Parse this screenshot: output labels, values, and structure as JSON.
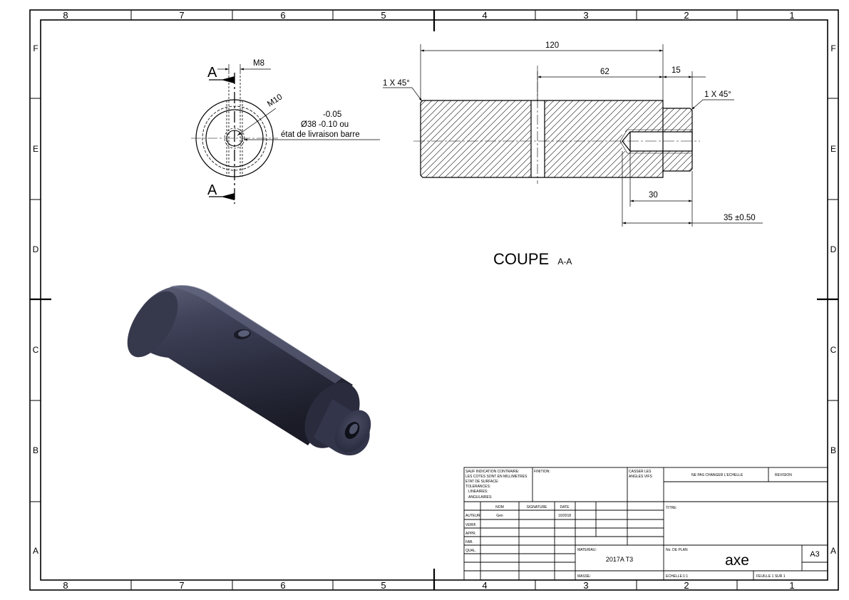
{
  "border": {
    "columns": [
      "8",
      "7",
      "6",
      "5",
      "4",
      "3",
      "2",
      "1"
    ],
    "rows": [
      "F",
      "E",
      "D",
      "C",
      "B",
      "A"
    ]
  },
  "front_view": {
    "section_mark": "A",
    "thread_m8": "M8",
    "thread_m10": "M10",
    "tol_upper": "-0.05",
    "diameter_line": "Ø38 -0.10 ou",
    "stock_note": "état de livraison barre"
  },
  "section_view": {
    "chamfer_left": "1 X 45°",
    "chamfer_right": "1 X 45°",
    "dim_overall": "120",
    "dim_62": "62",
    "dim_15": "15",
    "dim_30": "30",
    "dim_35": "35 ±0.50",
    "title": "COUPE",
    "title_suffix": "A-A"
  },
  "title_block": {
    "notes": [
      "SAUF INDICATION CONTRAIRE:",
      "LES COTES SONT EN MILLIMETRES",
      "ETAT DE SURFACE:",
      "TOLERANCES:",
      "LINEAIRES:",
      "ANGULAIRES:"
    ],
    "finition_label": "FINITION:",
    "casser_label_1": "CASSER LES",
    "casser_label_2": "ANGLES VIFS",
    "scale_note": "NE PAS CHANGER L'ECHELLE",
    "revision_label": "REVISION",
    "col_nom": "NOM",
    "col_signature": "SIGNATURE",
    "col_date": "DATE",
    "roles": [
      "AUTEUR",
      "VERIF.",
      "APPR.",
      "FAB.",
      "QUAL."
    ],
    "author_name": "Gen",
    "author_date": "10/2018",
    "titre_label": "TITRE:",
    "materiau_label": "MATERIAU:",
    "materiau_value": "2017A T3",
    "no_plan_label": "No. DE PLAN",
    "part_name": "axe",
    "format": "A3",
    "masse_label": "MASSE:",
    "echelle_label": "ECHELLE:1:1",
    "feuille_label": "FEUILLE 1 SUR 1"
  }
}
